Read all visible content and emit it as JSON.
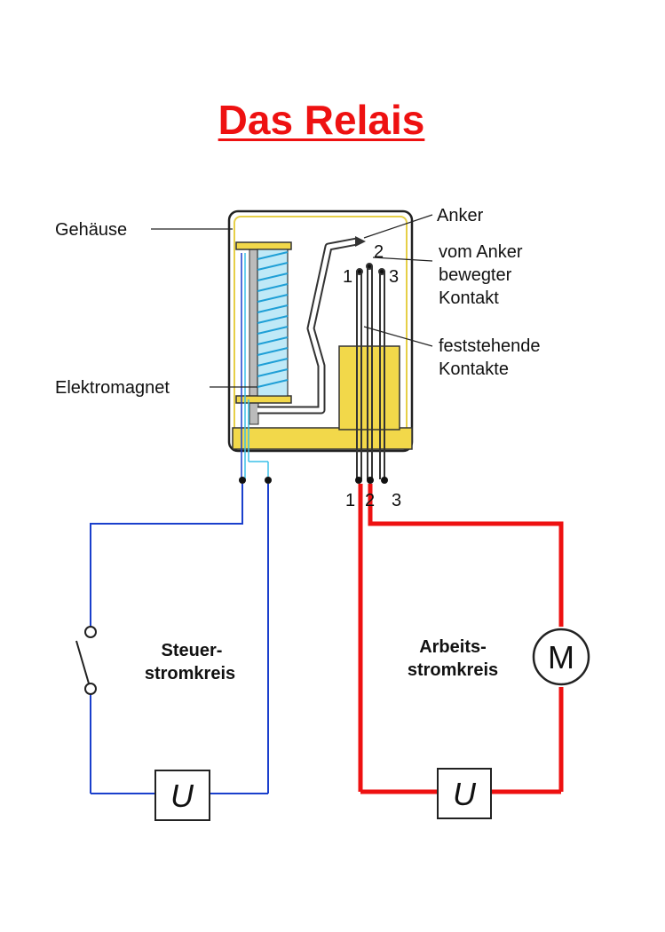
{
  "title": "Das Relais",
  "labels": {
    "gehaeuse": "Gehäuse",
    "elektromagnet": "Elektromagnet",
    "anker": "Anker",
    "vom_anker_line1": "vom Anker",
    "vom_anker_line2": "bewegter",
    "vom_anker_line3": "Kontakt",
    "feststehende_line1": "feststehende",
    "feststehende_line2": "Kontakte"
  },
  "contact_numbers": {
    "top": [
      "1",
      "2",
      "3"
    ],
    "bottom": [
      "1",
      "2",
      "3"
    ]
  },
  "circuits": {
    "steuer_line1": "Steuer-",
    "steuer_line2": "stromkreis",
    "arbeits_line1": "Arbeits-",
    "arbeits_line2": "stromkreis"
  },
  "symbols": {
    "voltage_left": "U",
    "voltage_right": "U",
    "motor": "M"
  },
  "colors": {
    "title": "#ee1111",
    "control_wire": "#1a3fcc",
    "work_wire": "#ee1111",
    "yellow": "#f2d84a",
    "coil": "#3cc0e8"
  }
}
